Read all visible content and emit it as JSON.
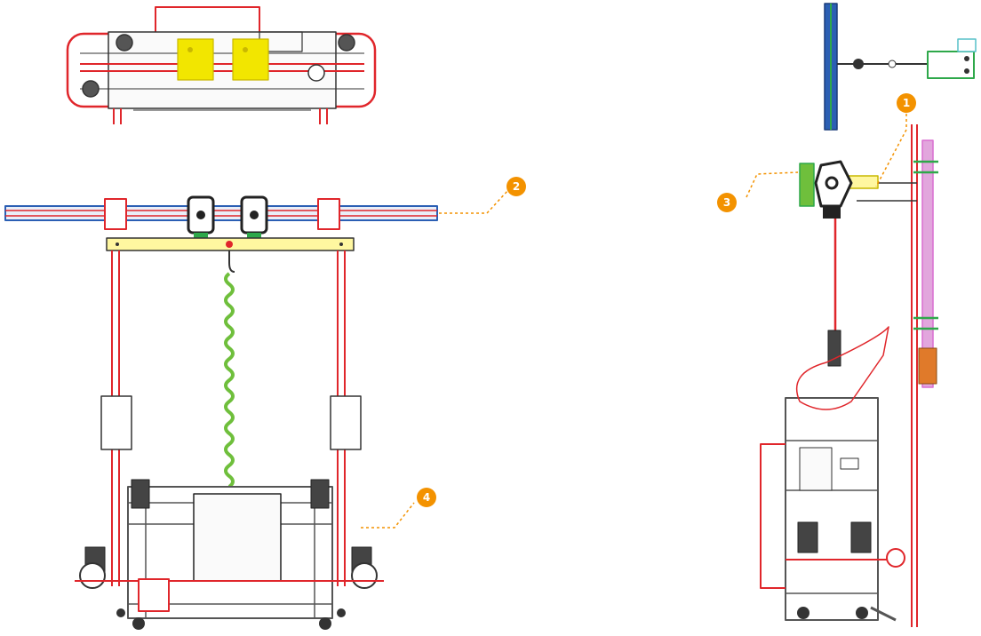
{
  "colors": {
    "frame": "#333333",
    "structure_red": "#e0262b",
    "beam_blue": "#2b5fb4",
    "trolley_yellow": "#f2e600",
    "cable_green": "#6fbf3c",
    "badge_orange": "#f39200",
    "clamp_green": "#2ea84a",
    "track_magenta": "#d96fd0"
  },
  "callouts": [
    {
      "id": "callout-1",
      "label": "1"
    },
    {
      "id": "callout-2",
      "label": "2"
    },
    {
      "id": "callout-3",
      "label": "3"
    },
    {
      "id": "callout-4",
      "label": "4"
    }
  ]
}
